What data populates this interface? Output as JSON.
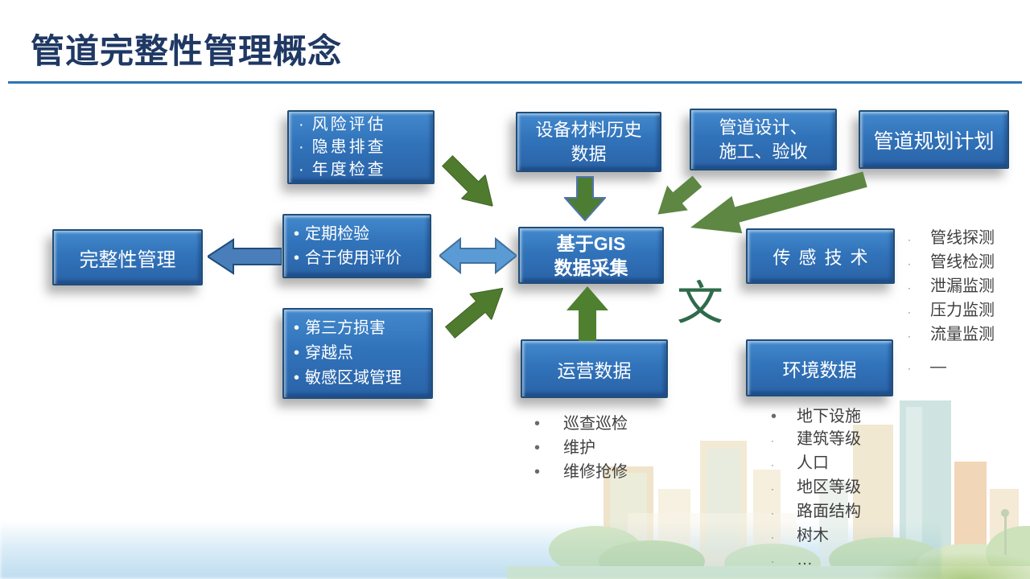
{
  "title": "管道完整性管理概念",
  "bullets": {
    "round": "•",
    "small": "·",
    "tiny": "·"
  },
  "boxes": {
    "risk": {
      "lines": [
        "风险评估",
        "隐患排查",
        "年度检查"
      ]
    },
    "periodic": {
      "lines": [
        "定期检验",
        "合于使用评价"
      ]
    },
    "integrity": {
      "label": "完整性管理"
    },
    "third_party": {
      "lines": [
        "第三方损害",
        "穿越点",
        "敏感区域管理"
      ]
    },
    "equipment": {
      "lines": [
        "设备材料历史",
        "数据"
      ]
    },
    "design": {
      "lines": [
        "管道设计、",
        "施工、验收"
      ]
    },
    "planning": {
      "label": "管道规划计划"
    },
    "gis": {
      "lines": [
        "基于GIS",
        "数据采集"
      ]
    },
    "sensor": {
      "label": "传感技术"
    },
    "operation": {
      "label": "运营数据"
    },
    "environment": {
      "label": "环境数据"
    }
  },
  "lists": {
    "sensor_items": [
      "管线探测",
      "管线检测",
      "泄漏监测",
      "压力监测",
      "流量监测",
      "—"
    ],
    "operation_items": [
      "巡查巡检",
      "维护",
      "维修抢修"
    ],
    "environment_items": [
      "地下设施",
      "建筑等级",
      "人口",
      "地区等级",
      "路面结构",
      "树木",
      "…"
    ]
  },
  "annotation": "文",
  "colors": {
    "title": "#1f3864",
    "rule": "#2e74b5",
    "box_fill_top": "#4389cd",
    "box_fill_bottom": "#2a63a7",
    "box_border": "#1f4e79",
    "green_arrow": "#4f7b2e",
    "olive_arrow": "#5d8742",
    "blue_arrow": "#5b9bd5",
    "dark_blue_arrow": "#4a7ebb",
    "annotation_green": "#2e6b4b"
  }
}
